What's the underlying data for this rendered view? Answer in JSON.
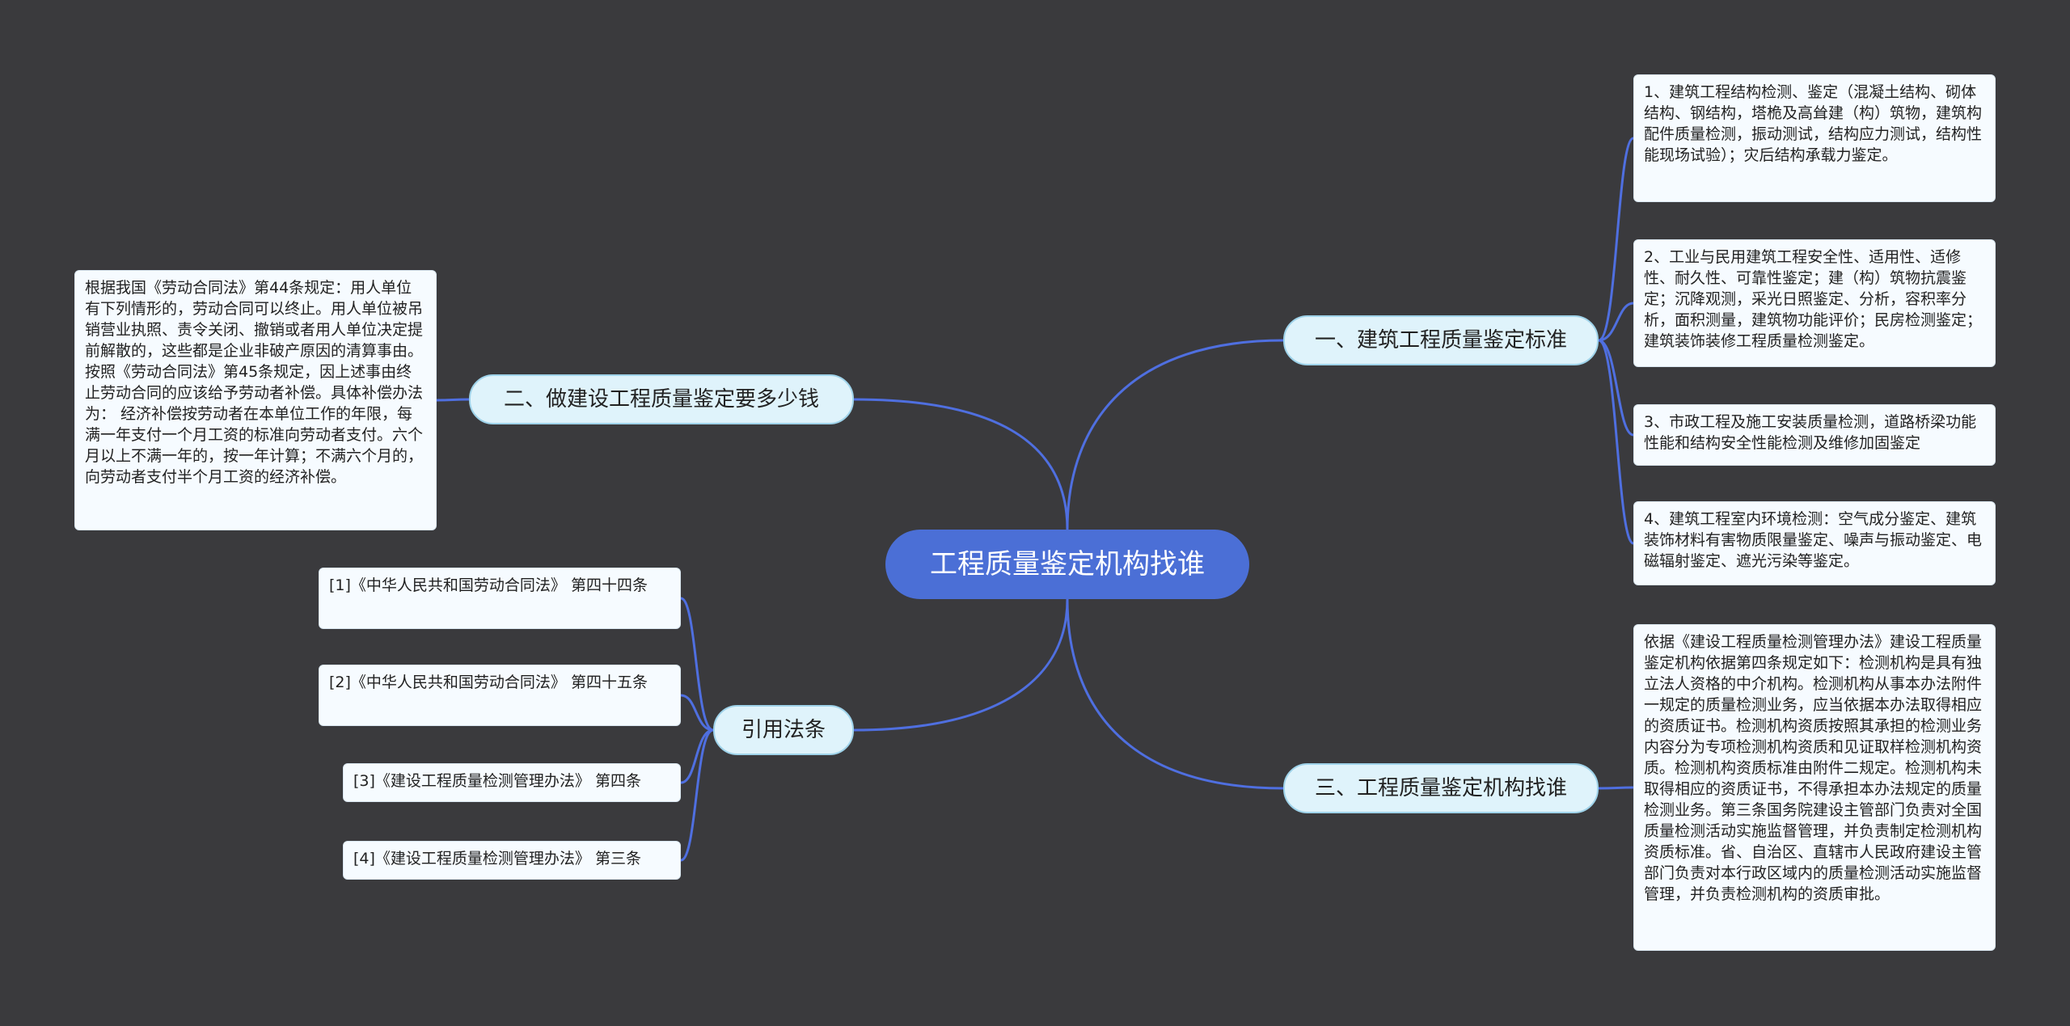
{
  "mindmap": {
    "root": "工程质量鉴定机构找谁",
    "right_branches": [
      {
        "label": "一、建筑工程质量鉴定标准",
        "children": [
          "1、建筑工程结构检测、鉴定（混凝土结构、砌体结构、钢结构，塔桅及高耸建（构）筑物，建筑构配件质量检测，振动测试，结构应力测试，结构性能现场试验）；灾后结构承载力鉴定。",
          "2、工业与民用建筑工程安全性、适用性、适修性、耐久性、可靠性鉴定；建（构）筑物抗震鉴定；沉降观测，采光日照鉴定、分析，容积率分析，面积测量，建筑物功能评价；民房检测鉴定；建筑装饰装修工程质量检测鉴定。",
          "3、市政工程及施工安装质量检测，道路桥梁功能性能和结构安全性能检测及维修加固鉴定",
          "4、建筑工程室内环境检测：空气成分鉴定、建筑装饰材料有害物质限量鉴定、噪声与振动鉴定、电磁辐射鉴定、遮光污染等鉴定。"
        ]
      },
      {
        "label": "三、工程质量鉴定机构找谁",
        "children": [
          "依据《建设工程质量检测管理办法》建设工程质量鉴定机构依据第四条规定如下：检测机构是具有独立法人资格的中介机构。检测机构从事本办法附件一规定的质量检测业务，应当依据本办法取得相应的资质证书。检测机构资质按照其承担的检测业务内容分为专项检测机构资质和见证取样检测机构资质。检测机构资质标准由附件二规定。检测机构未取得相应的资质证书，不得承担本办法规定的质量检测业务。第三条国务院建设主管部门负责对全国质量检测活动实施监督管理，并负责制定检测机构资质标准。省、自治区、直辖市人民政府建设主管部门负责对本行政区域内的质量检测活动实施监督管理，并负责检测机构的资质审批。"
        ]
      }
    ],
    "left_branches": [
      {
        "label": "二、做建设工程质量鉴定要多少钱",
        "children": [
          "根据我国《劳动合同法》第44条规定：用人单位有下列情形的，劳动合同可以终止。用人单位被吊销营业执照、责令关闭、撤销或者用人单位决定提前解散的，这些都是企业非破产原因的清算事由。按照《劳动合同法》第45条规定，因上述事由终止劳动合同的应该给予劳动者补偿。具体补偿办法为： 经济补偿按劳动者在本单位工作的年限，每满一年支付一个月工资的标准向劳动者支付。六个月以上不满一年的，按一年计算；不满六个月的，向劳动者支付半个月工资的经济补偿。"
        ]
      },
      {
        "label": "引用法条",
        "children": [
          "[1]《中华人民共和国劳动合同法》 第四十四条",
          "[2]《中华人民共和国劳动合同法》 第四十五条",
          "[3]《建设工程质量检测管理办法》 第四条",
          "[4]《建设工程质量检测管理办法》 第三条"
        ]
      }
    ]
  },
  "colors": {
    "background": "#3a3a3d",
    "root_fill": "#4b6fd6",
    "branch_fill": "#dff3fb",
    "branch_border": "#9fd3ea",
    "leaf_fill": "#f6fbff",
    "connector": "#4f6fe0"
  }
}
